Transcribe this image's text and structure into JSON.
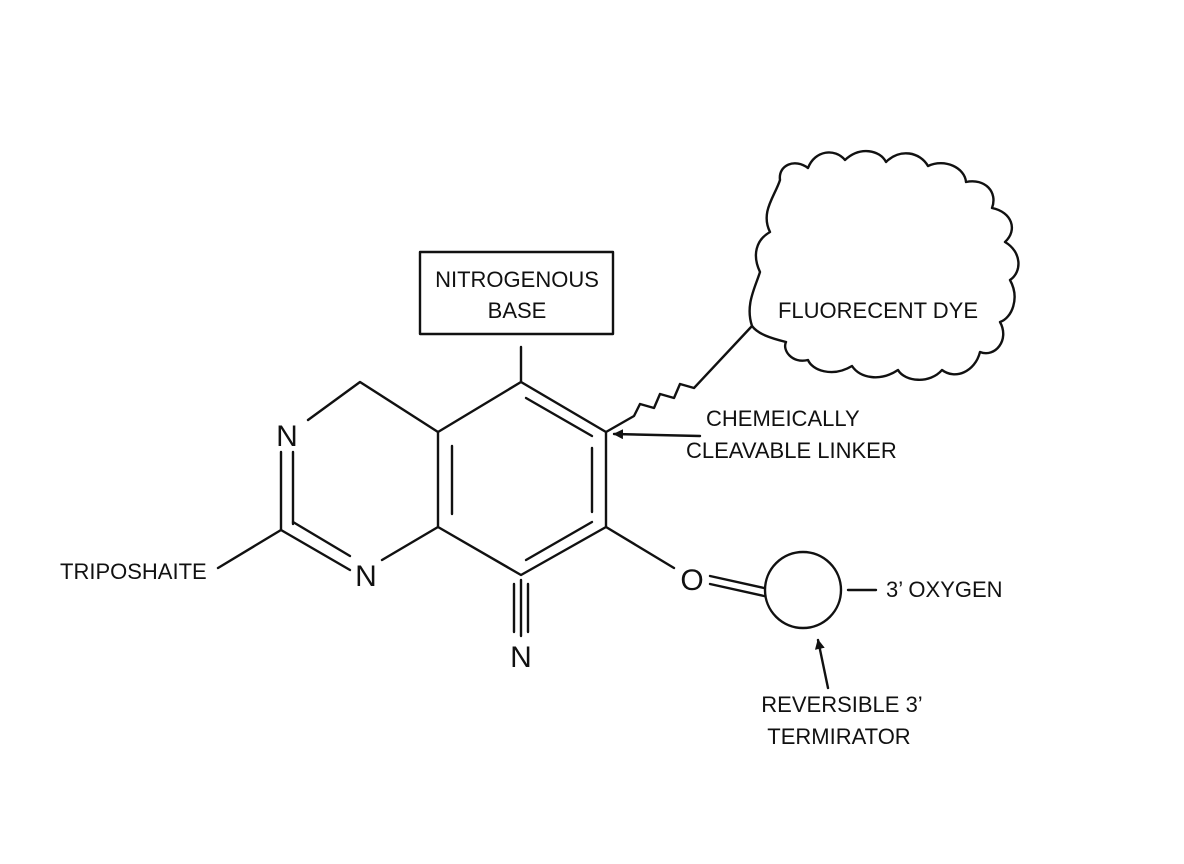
{
  "labels": {
    "nitrogenous_base_line1": "NITROGENOUS",
    "nitrogenous_base_line2": "BASE",
    "fluorescent_dye": "FLUORECENT DYE",
    "linker_line1": "CHEMEICALLY",
    "linker_line2": "CLEAVABLE LINKER",
    "triphosphate": "TRIPOSHAITE",
    "oxygen": "3’ OXYGEN",
    "terminator_line1": "REVERSIBLE 3’",
    "terminator_line2": "TERMIRATOR"
  },
  "atoms": {
    "n_top": "N",
    "n_left": "N",
    "n_bottom": "N",
    "o": "O"
  }
}
